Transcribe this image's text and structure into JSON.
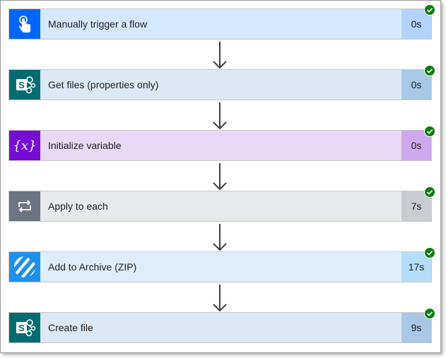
{
  "flow": {
    "steps": [
      {
        "title": "Manually trigger a flow",
        "duration": "0s",
        "icon": "touch-trigger-icon",
        "icon_bg": "#0066ff",
        "body_bg": "#d4e8ff",
        "duration_bg": "#b3d4ff",
        "status": "succeeded"
      },
      {
        "title": "Get files (properties only)",
        "duration": "0s",
        "icon": "sharepoint-icon",
        "icon_bg": "#036c70",
        "body_bg": "#dbe8f5",
        "duration_bg": "#a8c8e6",
        "status": "succeeded"
      },
      {
        "title": "Initialize variable",
        "duration": "0s",
        "icon": "variable-icon",
        "icon_bg": "#770bd6",
        "body_bg": "#ead9f6",
        "duration_bg": "#cfa8ef",
        "status": "succeeded"
      },
      {
        "title": "Apply to each",
        "duration": "7s",
        "icon": "loop-icon",
        "icon_bg": "#6b7480",
        "body_bg": "#e8e9eb",
        "duration_bg": "#c9ccd1",
        "status": "succeeded"
      },
      {
        "title": "Add to Archive (ZIP)",
        "duration": "17s",
        "icon": "encodian-icon",
        "icon_bg": "#1e90e8",
        "body_bg": "#dceefc",
        "duration_bg": "#b5dcf8",
        "status": "succeeded"
      },
      {
        "title": "Create file",
        "duration": "9s",
        "icon": "sharepoint-icon",
        "icon_bg": "#036c70",
        "body_bg": "#dbe8f5",
        "duration_bg": "#a8c8e6",
        "status": "succeeded"
      }
    ],
    "success_color": "#107c10"
  }
}
